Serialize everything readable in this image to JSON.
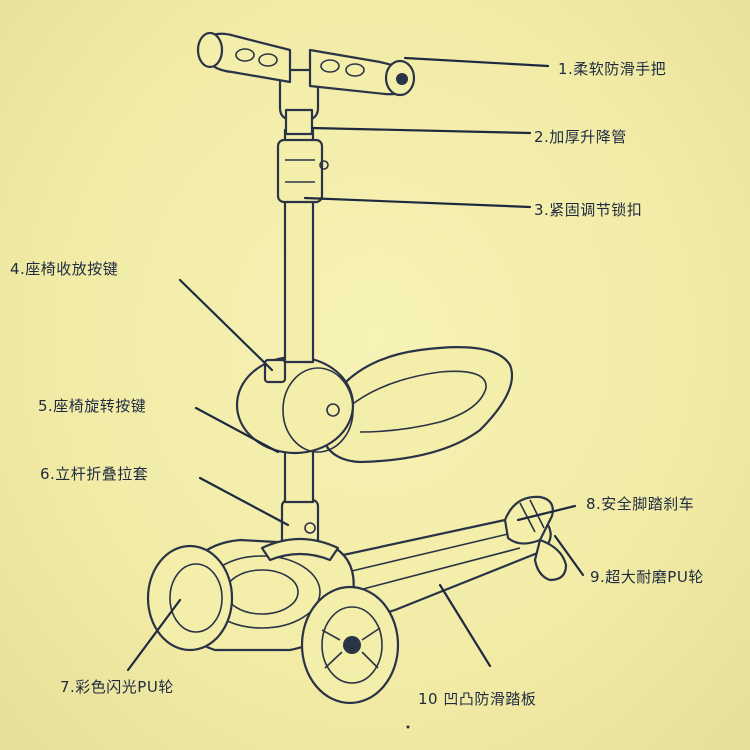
{
  "labels": [
    {
      "id": "handle",
      "text": "1.柔软防滑手把"
    },
    {
      "id": "tube",
      "text": "2.加厚升降管"
    },
    {
      "id": "clamp",
      "text": "3.紧固调节锁扣"
    },
    {
      "id": "seat-fold",
      "text": "4.座椅收放按键"
    },
    {
      "id": "seat-rotate",
      "text": "5.座椅旋转按键"
    },
    {
      "id": "fold-sleeve",
      "text": "6.立杆折叠拉套"
    },
    {
      "id": "front-wheels",
      "text": "7.彩色闪光PU轮"
    },
    {
      "id": "brake",
      "text": "8.安全脚踏刹车"
    },
    {
      "id": "rear-wheel",
      "text": "9.超大耐磨PU轮"
    },
    {
      "id": "deck",
      "text": "10 凹凸防滑踏板"
    }
  ]
}
